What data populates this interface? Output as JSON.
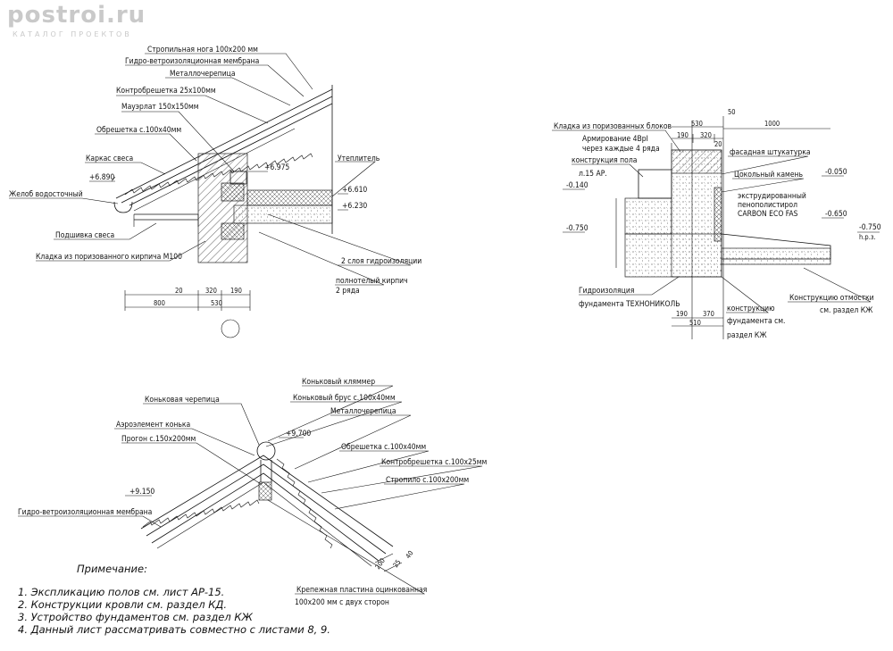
{
  "watermark": {
    "logo": "postroi.ru",
    "subtitle": "КАТАЛОГ ПРОЕКТОВ"
  },
  "eaves": {
    "labels": [
      "Стропильная нога 100х200 мм",
      "Гидро-ветроизоляционная мембрана",
      "Металлочерепица",
      "Контробрешетка 25х100мм",
      "Мауэрлат 150х150мм",
      "Обрешетка с.100х40мм",
      "Каркас свеса",
      "Желоб водосточный",
      "Подшивка свеса",
      "Кладка из поризованного кирпича М100",
      "Утеплитель",
      "2 слоя гидроизоляции",
      "полнотелый кирпич",
      "2 ряда"
    ],
    "levels": [
      "+6.890",
      "+6.975",
      "+6.610",
      "+6.230"
    ],
    "dims": [
      "20",
      "320",
      "190",
      "800",
      "530"
    ]
  },
  "plinth": {
    "labels": [
      "Кладка из поризованных блоков",
      "Армирование 4ВрI",
      "через каждые 4 ряда",
      "конструкция пола",
      "л.15 АР.",
      "фасадная штукатурка",
      "Цокольный камень",
      "экструдированный",
      "пенополистирол",
      "CARBON ECO FAS",
      "Гидроизоляция",
      "фундамента ТЕХНОНИКОЛЬ",
      "конструкцию",
      "фундамента см.",
      "раздел КЖ",
      "Конструкцию отмостки",
      "см. раздел КЖ"
    ],
    "levels": [
      "-0.140",
      "-0.750",
      "-0.050",
      "-0.650",
      "-0.750",
      "h.р.з."
    ],
    "dims": [
      "50",
      "1000",
      "530",
      "190",
      "320",
      "20",
      "190",
      "370",
      "510"
    ]
  },
  "ridge": {
    "labels": [
      "Коньковый кляммер",
      "Коньковая черепица",
      "Коньковый брус с.100х40мм",
      "Металлочерепица",
      "Аэроэлемент конька",
      "Прогон с.150х200мм",
      "Обрешетка с.100х40мм",
      "Контробрешетка с.100х25мм",
      "Стропило с.100х200мм",
      "Гидро-ветроизоляционная мембрана",
      "Крепежная пластина оцинкованная",
      "100х200 мм с двух сторон"
    ],
    "levels": [
      "+9.700",
      "+9.150"
    ],
    "dims": [
      "200",
      "25",
      "40"
    ]
  },
  "notes": {
    "title": "Примечание:",
    "items": [
      "1. Экспликацию полов см. лист АР-15.",
      "2. Конструкции кровли см. раздел КД.",
      "3. Устройство фундаментов см. раздел КЖ",
      "4. Данный лист рассматривать совместно с листами 8, 9."
    ]
  }
}
